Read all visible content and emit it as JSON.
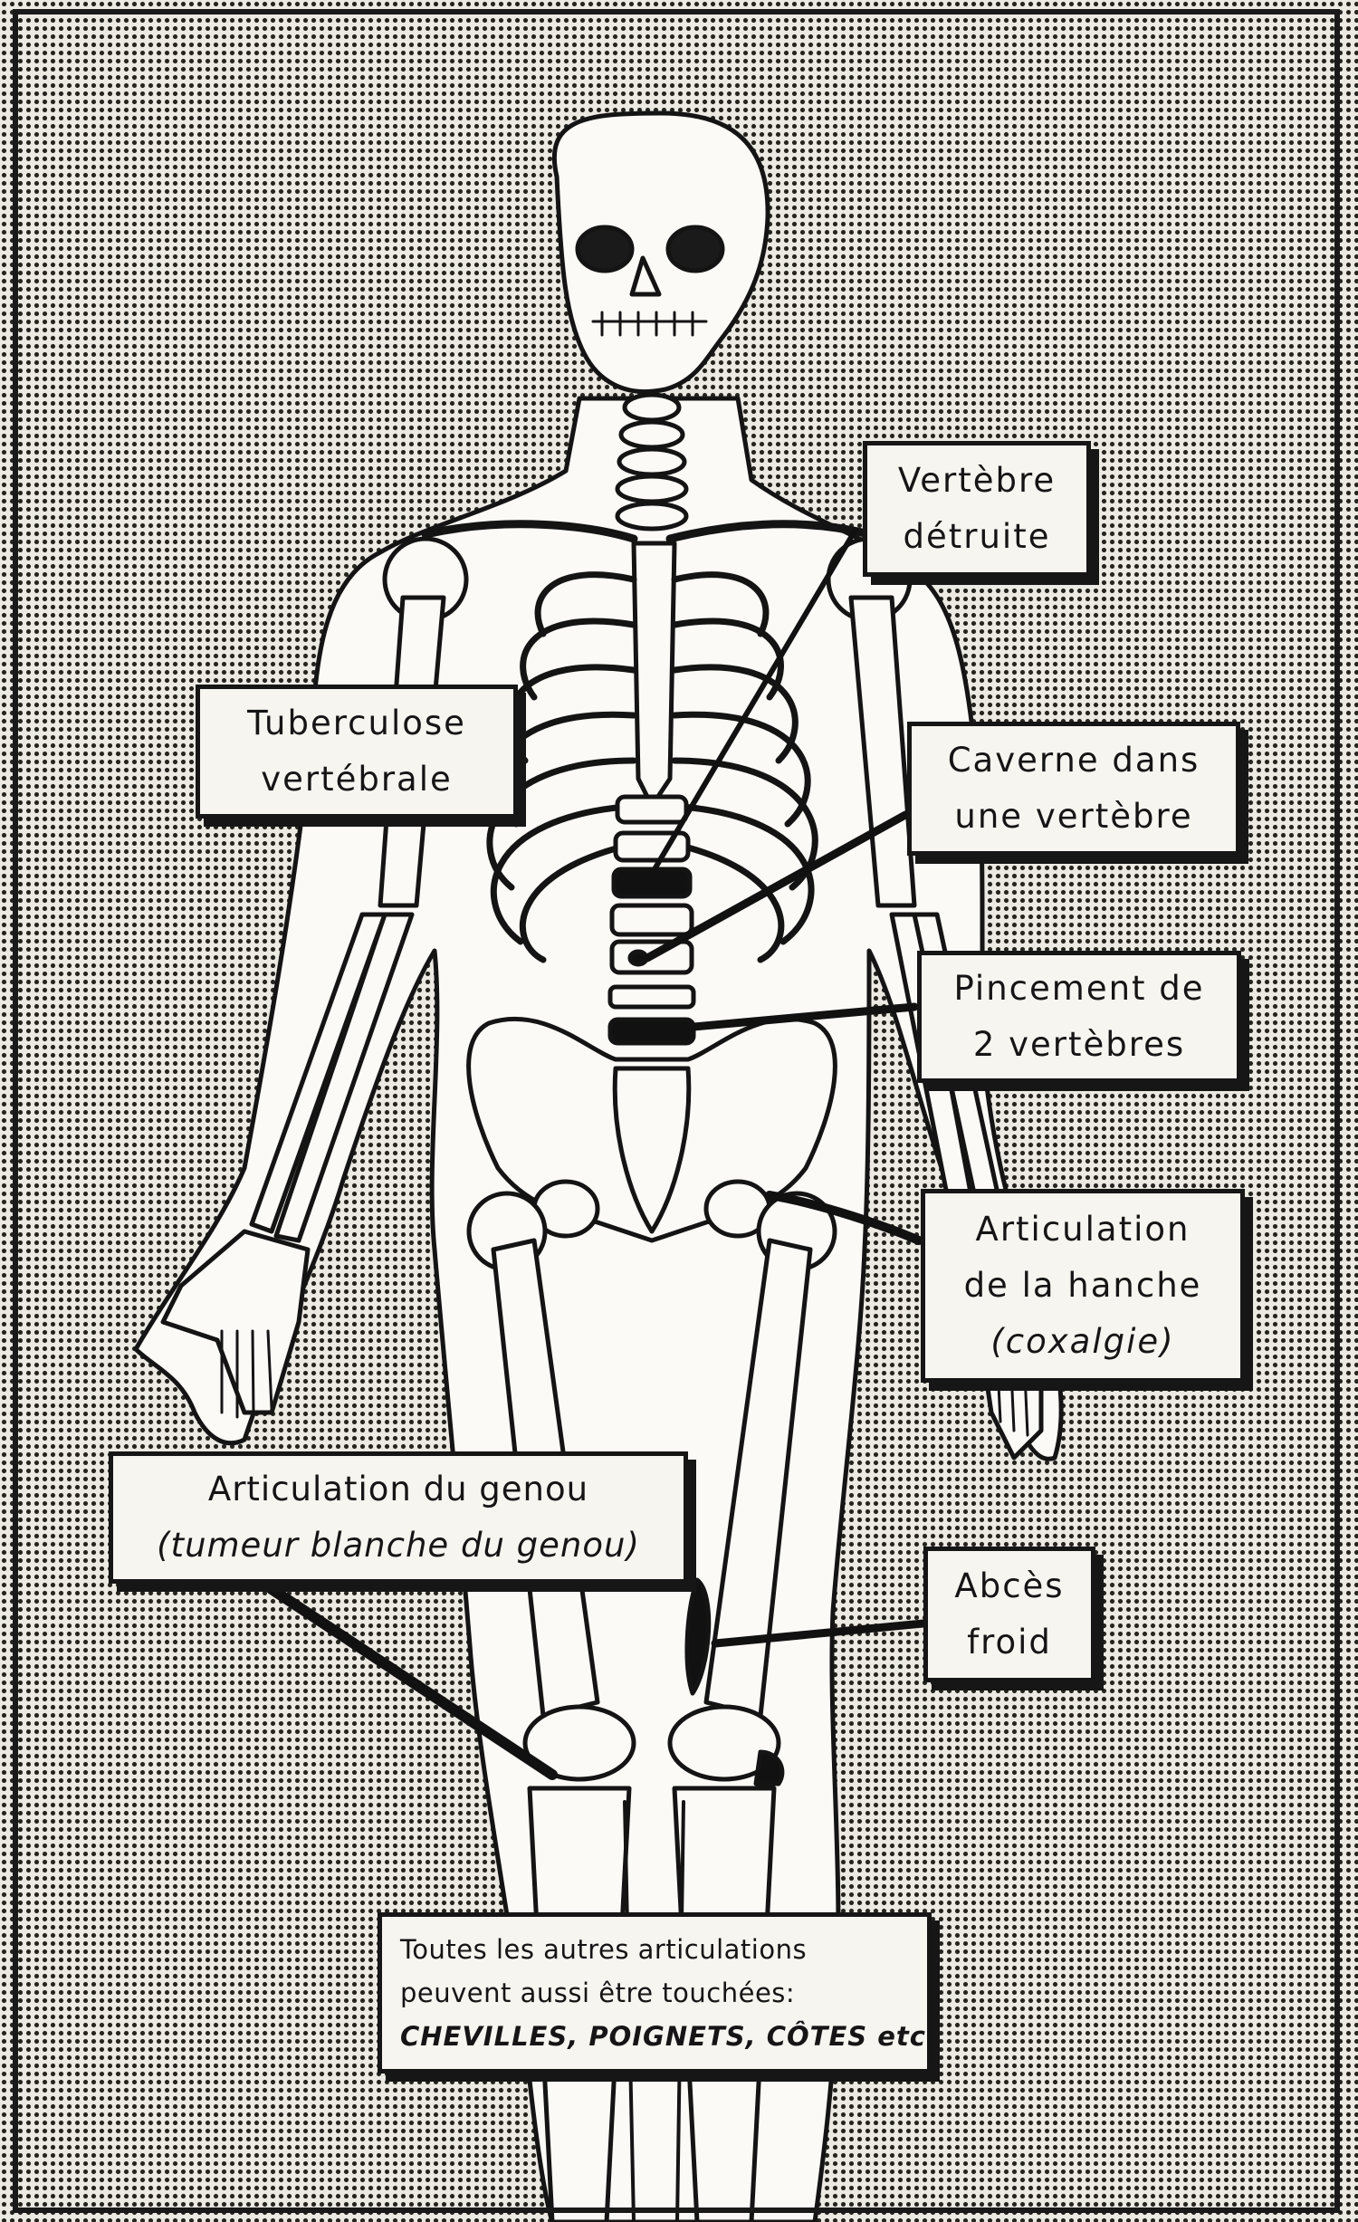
{
  "labels": {
    "vertebre_detruite": [
      "Vertèbre",
      "détruite"
    ],
    "tuberculose_vertebrale": [
      "Tuberculose",
      "vertébrale"
    ],
    "caverne": [
      "Caverne dans",
      "une vertèbre"
    ],
    "pincement": [
      "Pincement de",
      "2 vertèbres"
    ],
    "hanche": [
      "Articulation",
      "de la hanche",
      "(coxalgie)"
    ],
    "genou": [
      "Articulation du genou",
      "(tumeur blanche du genou)"
    ],
    "abces": [
      "Abcès",
      "froid"
    ],
    "autres": [
      "Toutes les autres articulations",
      "peuvent aussi être touchées:",
      "CHEVILLES, POIGNETS, CÔTES etc"
    ]
  },
  "colors": {
    "ink": "#161616",
    "paper": "#f7f5f0",
    "bone": "#fbfaf6"
  }
}
